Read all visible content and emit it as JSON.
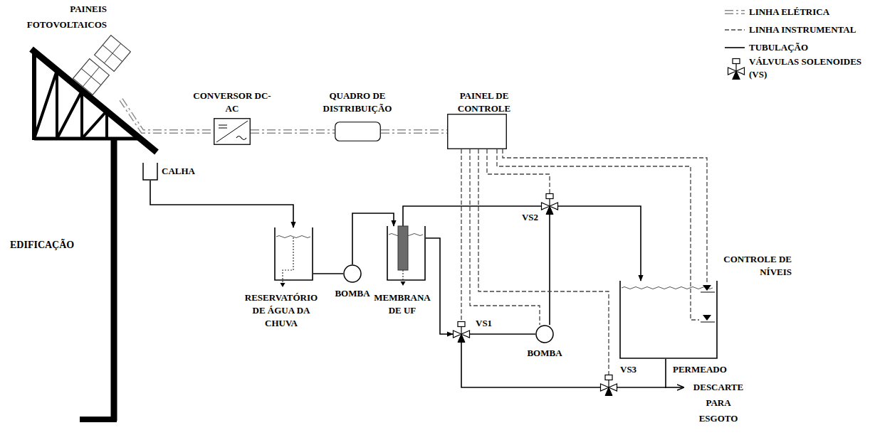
{
  "diagram": {
    "nodes": [
      {
        "text": [
          "PAINEIS FOTOVOLTAICOS"
        ]
      },
      {
        "text": [
          "CONVERSOR DC-AC"
        ]
      },
      {
        "text": [
          "QUADRO DE DISTRIBUIÇÃO"
        ]
      },
      {
        "text": [
          "PAINEL DE CONTROLE"
        ]
      },
      {
        "text": [
          "CALHA"
        ]
      },
      {
        "text": [
          "VS2"
        ]
      },
      {
        "text": [
          "RESERVATÓRIO DE ÁGUA DA CHUVA"
        ]
      },
      {
        "text": [
          "BOMBA"
        ]
      },
      {
        "text": [
          "MEMBRANA DE UF"
        ]
      },
      {
        "text": [
          "VS1"
        ]
      },
      {
        "text": [
          "BOMBA"
        ]
      },
      {
        "text": [
          "PERMEADO"
        ]
      },
      {
        "text": [
          "CONTROLE DE NÍVEIS"
        ],
        "in": 11
      },
      {
        "text": [
          "VS3"
        ]
      }
    ],
    "edges": [
      {
        "from": 0,
        "to": 1,
        "arrow": "none"
      },
      {
        "from": 1,
        "to": 2,
        "arrow": "none"
      },
      {
        "from": 2,
        "to": 3,
        "arrow": "none"
      },
      {
        "from": 4,
        "to": 6,
        "arrow": "to"
      },
      {
        "from": 6,
        "to": 7,
        "arrow": "none"
      },
      {
        "from": 7,
        "to": 8,
        "arrow": "to"
      },
      {
        "from": 8,
        "to": 9,
        "arrow": "to"
      },
      {
        "from": 8,
        "to": 5,
        "arrow": "none"
      },
      {
        "from": 9,
        "to": 10,
        "arrow": "none"
      },
      {
        "from": 10,
        "to": 5,
        "arrow": "none"
      },
      {
        "from": 5,
        "to": 11,
        "arrow": "to"
      },
      {
        "from": 9,
        "to": 13,
        "arrow": "none"
      },
      {
        "from": 11,
        "to": 13,
        "arrow": "none"
      },
      {
        "from": 3,
        "to": 9,
        "arrow": "none"
      },
      {
        "from": 3,
        "to": 10,
        "arrow": "none"
      },
      {
        "from": 3,
        "to": 13,
        "arrow": "none"
      },
      {
        "from": 3,
        "to": 5,
        "arrow": "none"
      },
      {
        "from": 3,
        "to": 12,
        "arrow": "none"
      },
      {
        "from": 3,
        "to": 12,
        "arrow": "none"
      }
    ],
    "labels": [
      "EDIFICAÇÃO",
      "DESCARTE PARA ESGOTO"
    ],
    "legend": [
      {
        "text": "LINHA ELÉTRICA"
      },
      {
        "text": "LINHA INSTRUMENTAL"
      },
      {
        "text": "TUBULAÇÃO"
      },
      {
        "text": "VÁLVULAS SOLENOIDES (VS)"
      }
    ]
  }
}
